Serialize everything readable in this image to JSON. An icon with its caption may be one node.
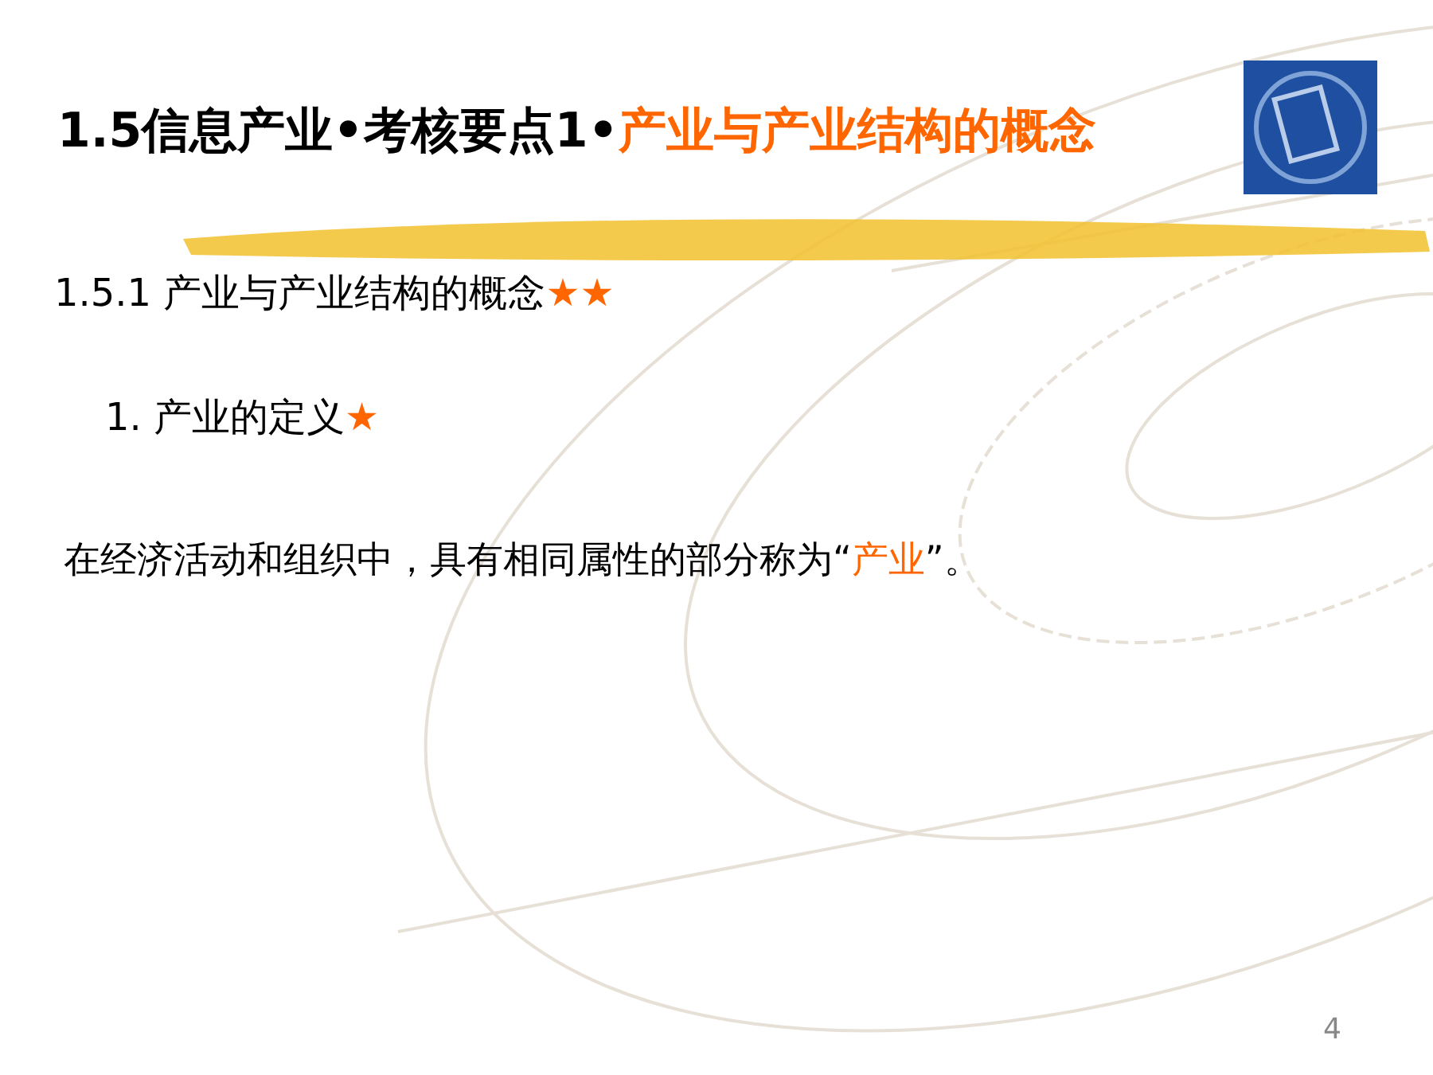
{
  "diagram": {
    "title": "1.5信息产业•考核要点1•",
    "labels": [
      "产业与产业结构的概念",
      "1.5.1  产业与产业结构的概念",
      "★★",
      "1. 产业的定义",
      "★",
      "在经济活动和组织中，具有相同属性的部分称为“",
      "产业",
      "”。",
      "4"
    ]
  }
}
